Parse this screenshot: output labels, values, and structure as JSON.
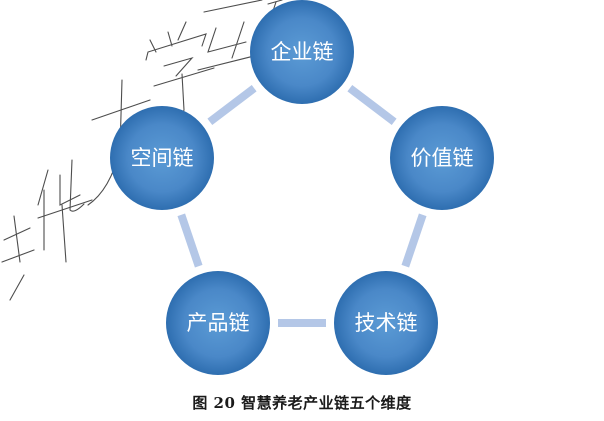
{
  "diagram": {
    "nodes": [
      {
        "id": "enterprise",
        "label": "企业链"
      },
      {
        "id": "value",
        "label": "价值链"
      },
      {
        "id": "technology",
        "label": "技术链"
      },
      {
        "id": "product",
        "label": "产品链"
      },
      {
        "id": "space",
        "label": "空间链"
      }
    ],
    "edges": [
      [
        "enterprise",
        "value"
      ],
      [
        "value",
        "technology"
      ],
      [
        "technology",
        "product"
      ],
      [
        "product",
        "space"
      ],
      [
        "space",
        "enterprise"
      ]
    ],
    "colors": {
      "node_fill_light": "#5b9bd5",
      "node_fill_dark": "#2e6eb0",
      "connector": "#b4c7e7",
      "watermark": "#3a3a3a"
    }
  },
  "watermark": {
    "text": "华大学互"
  },
  "caption": "图 20 智慧养老产业链五个维度"
}
